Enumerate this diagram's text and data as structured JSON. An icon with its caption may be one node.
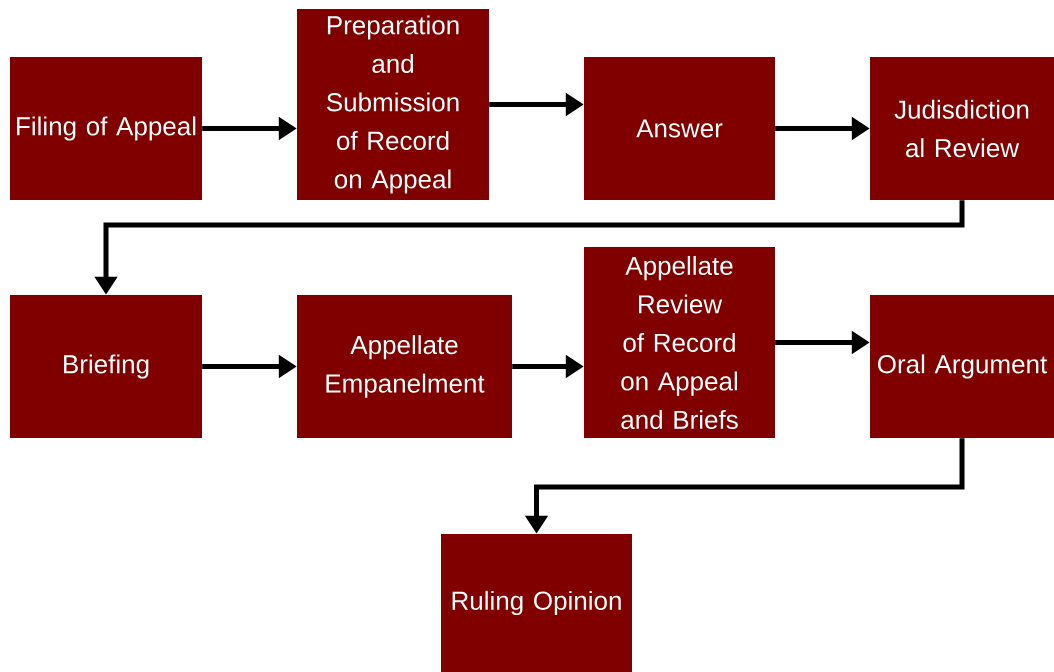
{
  "diagram": {
    "nodes": [
      {
        "text": [
          "Filing of Appeal"
        ]
      },
      {
        "text": [
          "Preparation and Submission of Record on Appeal"
        ]
      },
      {
        "text": [
          "Answer"
        ]
      },
      {
        "text": [
          "Judisdiction al Review"
        ]
      },
      {
        "text": [
          "Briefing"
        ]
      },
      {
        "text": [
          "Appellate Empanelment"
        ]
      },
      {
        "text": [
          "Appellate Review of Record on Appeal and Briefs"
        ]
      },
      {
        "text": [
          "Oral Argument"
        ]
      },
      {
        "text": [
          "Ruling Opinion"
        ]
      }
    ],
    "edges": [
      {
        "from": 0,
        "to": 1,
        "arrow": "to"
      },
      {
        "from": 1,
        "to": 2,
        "arrow": "to"
      },
      {
        "from": 2,
        "to": 3,
        "arrow": "to"
      },
      {
        "from": 3,
        "to": 4,
        "arrow": "to"
      },
      {
        "from": 4,
        "to": 5,
        "arrow": "to"
      },
      {
        "from": 5,
        "to": 6,
        "arrow": "to"
      },
      {
        "from": 6,
        "to": 7,
        "arrow": "to"
      },
      {
        "from": 7,
        "to": 8,
        "arrow": "to"
      }
    ]
  }
}
